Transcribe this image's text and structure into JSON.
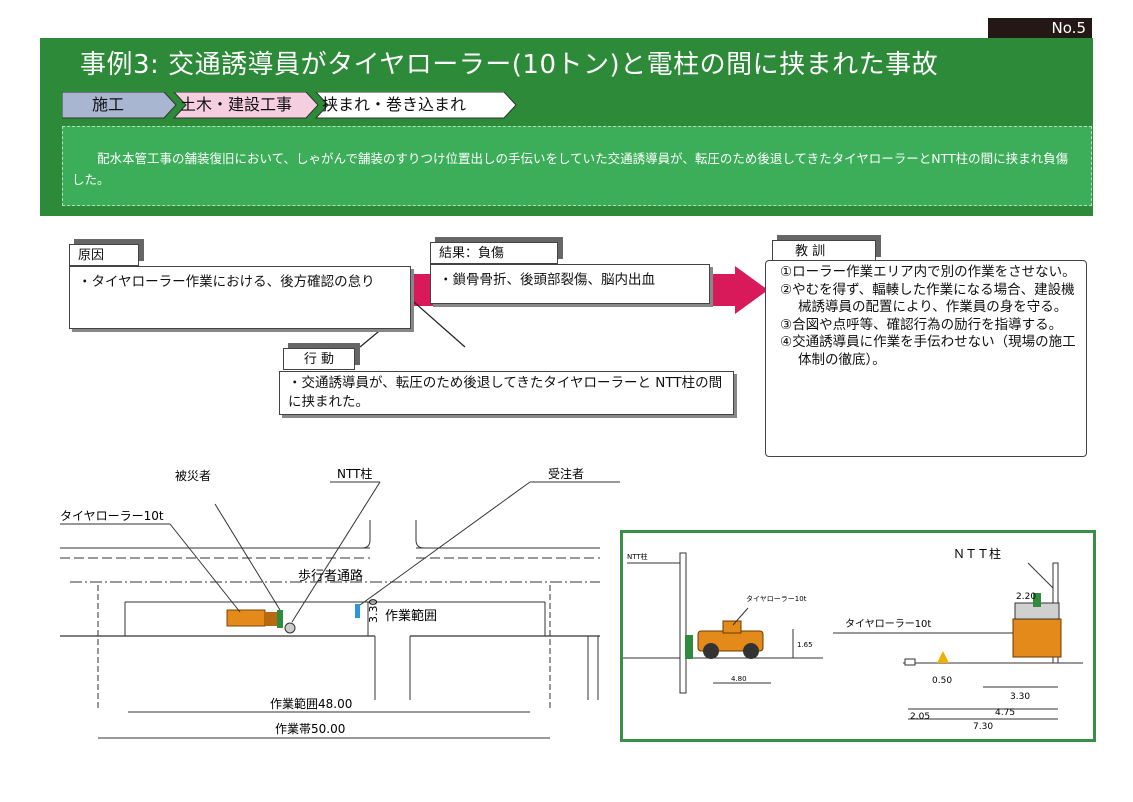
{
  "header": {
    "number": "No.5",
    "title": "事例3: 交通誘導員がタイヤローラー(10トン)と電柱の間に挟まれた事故",
    "breadcrumb": [
      "施工",
      "土木・建設工事",
      "挟まれ・巻き込まれ"
    ],
    "summary": "配水本管工事の舗装復旧において、しゃがんで舗装のすりつけ位置出しの手伝いをしていた交通誘導員が、転圧のため後退してきたタイヤローラーとNTT柱の間に挟まれ負傷した。"
  },
  "cause": {
    "label": "原因",
    "text": "・タイヤローラー作業における、後方確認の怠り"
  },
  "result": {
    "label": "結果：負傷",
    "text": "・鎖骨骨折、後頭部裂傷、脳内出血"
  },
  "action": {
    "label": "行 動",
    "text": "・交通誘導員が、転圧のため後退してきたタイヤローラーと NTT柱の間に挟まれた。"
  },
  "lesson": {
    "label": "教 訓",
    "items": [
      "①ローラー作業エリア内で別の作業をさせない。",
      "②やむを得ず、輻輳した作業になる場合、建設機械誘導員の配置により、作業員の身を守る。",
      "③合図や点呼等、確認行為の励行を指導する。",
      "④交通誘導員に作業を手伝わせない（現場の施工体制の徹底）。"
    ]
  },
  "diagram_plan": {
    "victim": "被災者",
    "ntt_pole": "NTT柱",
    "contractor": "受注者",
    "roller": "タイヤローラー10t",
    "sidewalk": "歩行者通路",
    "work_area": "作業範囲",
    "width_dim": "3.30",
    "work_range_len": "作業範囲48.00",
    "work_zone_len": "作業帯50.00"
  },
  "diagram_inset": {
    "ntt_small": "NTT柱",
    "roller_small": "タイヤローラー10t",
    "dim_165": "1.65",
    "dim_480": "4.80",
    "ntt_big": "ＮＴＴ柱",
    "roller_big": "タイヤローラー10t",
    "dim_220": "2.20",
    "dim_050": "0.50",
    "dim_330": "3.30",
    "dim_205": "2.05",
    "dim_475": "4.75",
    "dim_730": "7.30"
  },
  "colors": {
    "header_green": "#2c8a39",
    "summary_green": "#3cae5a",
    "arrow_magenta": "#d8195a",
    "roller_orange": "#e38a1a"
  }
}
